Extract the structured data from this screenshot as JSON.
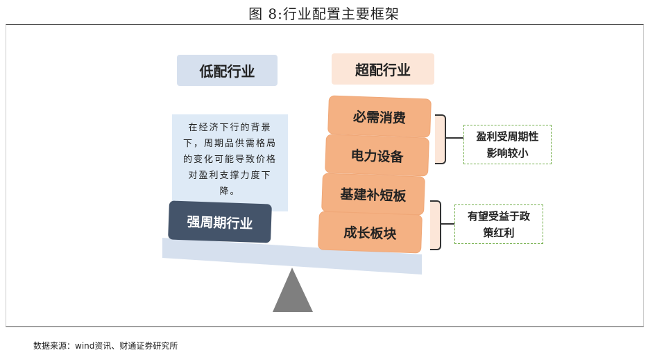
{
  "title": "图 8:行业配置主要框架",
  "underweight": {
    "label": "低配行业",
    "description": "在经济下行的背景下，周期品供需格局的变化可能导致价格对盈利支撑力度下降。",
    "sector": "强周期行业"
  },
  "overweight": {
    "label": "超配行业",
    "sectors": [
      "必需消费",
      "电力设备",
      "基建补短板",
      "成长板块"
    ]
  },
  "notes": [
    "盈利受周期性影响较小",
    "有望受益于政策红利"
  ],
  "source": "数据来源：wind资讯、财通证券研究所",
  "colors": {
    "orange": "#f4b183",
    "dark": "#44546a",
    "light_blue": "#d6e0ee",
    "peach": "#fce6d8",
    "green": "#70ad47"
  }
}
